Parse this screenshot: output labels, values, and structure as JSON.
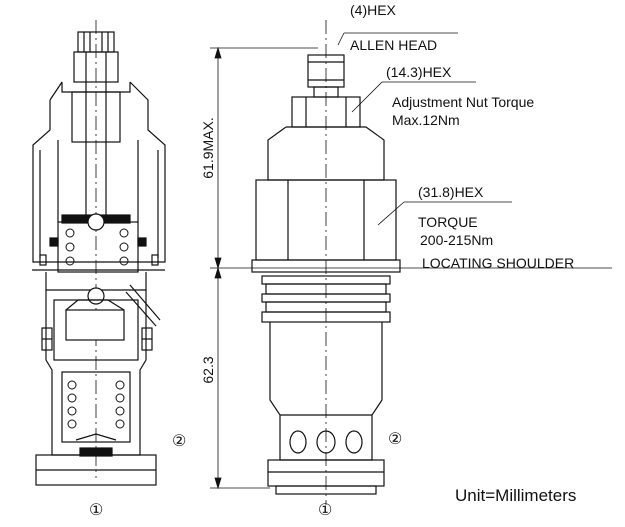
{
  "callouts": {
    "allen_head_size": "(4)HEX",
    "allen_head_label": "ALLEN HEAD",
    "adj_nut_size": "(14.3)HEX",
    "adj_nut_label": "Adjustment Nut Torque",
    "adj_nut_torque": "Max.12Nm",
    "body_hex_size": "(31.8)HEX",
    "body_torque_label": "TORQUE",
    "body_torque_value": "200-215Nm",
    "shoulder_label": "LOCATING SHOULDER"
  },
  "dimensions": {
    "upper_length": "61.9MAX.",
    "lower_length": "62.3"
  },
  "ports": {
    "port1": "①",
    "port2": "②"
  },
  "footer": {
    "unit_note": "Unit=Millimeters"
  }
}
